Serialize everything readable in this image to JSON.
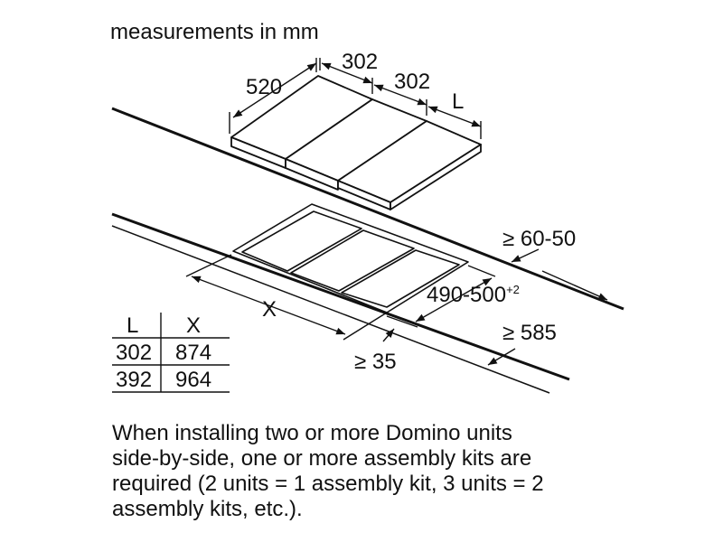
{
  "title": "measurements in mm",
  "dimensions": {
    "depth": "520",
    "width_1": "302",
    "width_2": "302",
    "width_l": "L",
    "counter_gap": "≥ 60-50",
    "cutout_depth": "490-500",
    "cutout_depth_tolerance": "+2",
    "cutout_width": "X",
    "front_distance": "≥ 35",
    "worktop_depth": "≥ 585"
  },
  "table": {
    "headers": [
      "L",
      "X"
    ],
    "rows": [
      [
        "302",
        "874"
      ],
      [
        "392",
        "964"
      ]
    ]
  },
  "note_lines": [
    "When installing two or more Domino units",
    "side-by-side, one or more assembly kits are",
    "required (2 units = 1 assembly kit, 3 units = 2",
    "assembly kits, etc.)."
  ]
}
